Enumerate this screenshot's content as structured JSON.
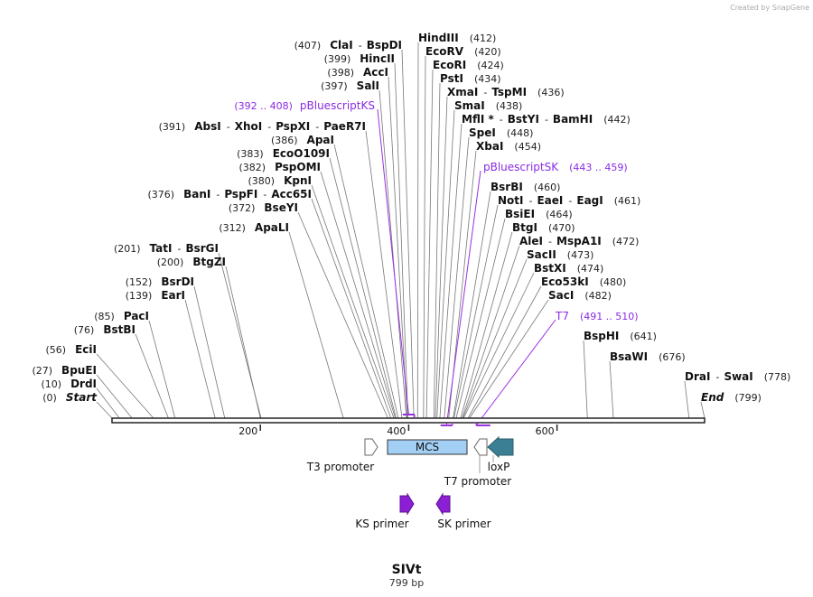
{
  "credit": "Created by SnapGene",
  "sequence": {
    "name": "SIVt",
    "length_label": "799 bp",
    "length": 799
  },
  "start_label": "Start",
  "end_label": "End",
  "axis_ticks": [
    200,
    400,
    600
  ],
  "sites": [
    {
      "pos": "(0)",
      "names": [
        "Start"
      ],
      "loc": 0
    },
    {
      "pos": "(10)",
      "names": [
        "DrdI"
      ],
      "loc": 10
    },
    {
      "pos": "(27)",
      "names": [
        "BpuEI"
      ],
      "loc": 27
    },
    {
      "pos": "(56)",
      "names": [
        "EciI"
      ],
      "loc": 56
    },
    {
      "pos": "(76)",
      "names": [
        "BstBI"
      ],
      "loc": 76
    },
    {
      "pos": "(85)",
      "names": [
        "PacI"
      ],
      "loc": 85
    },
    {
      "pos": "(139)",
      "names": [
        "EarI"
      ],
      "loc": 139
    },
    {
      "pos": "(152)",
      "names": [
        "BsrDI"
      ],
      "loc": 152
    },
    {
      "pos": "(200)",
      "names": [
        "BtgZI"
      ],
      "loc": 200
    },
    {
      "pos": "(201)",
      "names": [
        "TatI",
        "BsrGI"
      ],
      "loc": 201
    },
    {
      "pos": "(312)",
      "names": [
        "ApaLI"
      ],
      "loc": 312
    },
    {
      "pos": "(372)",
      "names": [
        "BseYI"
      ],
      "loc": 372
    },
    {
      "pos": "(376)",
      "names": [
        "BanI",
        "PspFI",
        "Acc65I"
      ],
      "loc": 376
    },
    {
      "pos": "(380)",
      "names": [
        "KpnI"
      ],
      "loc": 380
    },
    {
      "pos": "(382)",
      "names": [
        "PspOMI"
      ],
      "loc": 382
    },
    {
      "pos": "(383)",
      "names": [
        "EcoO109I"
      ],
      "loc": 383
    },
    {
      "pos": "(386)",
      "names": [
        "ApaI"
      ],
      "loc": 386
    },
    {
      "pos": "(391)",
      "names": [
        "AbsI",
        "XhoI",
        "PspXI",
        "PaeR7I"
      ],
      "loc": 391
    },
    {
      "pos": "(397)",
      "names": [
        "SalI"
      ],
      "loc": 397
    },
    {
      "pos": "(398)",
      "names": [
        "AccI"
      ],
      "loc": 398
    },
    {
      "pos": "(399)",
      "names": [
        "HincII"
      ],
      "loc": 399
    },
    {
      "pos": "(407)",
      "names": [
        "ClaI",
        "BspDI"
      ],
      "loc": 407
    },
    {
      "pos": "(412)",
      "names": [
        "HindIII"
      ],
      "loc": 412
    },
    {
      "pos": "(420)",
      "names": [
        "EcoRV"
      ],
      "loc": 420
    },
    {
      "pos": "(424)",
      "names": [
        "EcoRI"
      ],
      "loc": 424
    },
    {
      "pos": "(434)",
      "names": [
        "PstI"
      ],
      "loc": 434
    },
    {
      "pos": "(436)",
      "names": [
        "XmaI",
        "TspMI"
      ],
      "loc": 436
    },
    {
      "pos": "(438)",
      "names": [
        "SmaI"
      ],
      "loc": 438
    },
    {
      "pos": "(442)",
      "names": [
        "MflI *",
        "BstYI",
        "BamHI"
      ],
      "loc": 442
    },
    {
      "pos": "(448)",
      "names": [
        "SpeI"
      ],
      "loc": 448
    },
    {
      "pos": "(454)",
      "names": [
        "XbaI"
      ],
      "loc": 454
    },
    {
      "pos": "(460)",
      "names": [
        "BsrBI"
      ],
      "loc": 460
    },
    {
      "pos": "(461)",
      "names": [
        "NotI",
        "EaeI",
        "EagI"
      ],
      "loc": 461
    },
    {
      "pos": "(464)",
      "names": [
        "BsiEI"
      ],
      "loc": 464
    },
    {
      "pos": "(470)",
      "names": [
        "BtgI"
      ],
      "loc": 470
    },
    {
      "pos": "(472)",
      "names": [
        "AleI",
        "MspA1I"
      ],
      "loc": 472
    },
    {
      "pos": "(473)",
      "names": [
        "SacII"
      ],
      "loc": 473
    },
    {
      "pos": "(474)",
      "names": [
        "BstXI"
      ],
      "loc": 474
    },
    {
      "pos": "(480)",
      "names": [
        "Eco53kI"
      ],
      "loc": 480
    },
    {
      "pos": "(482)",
      "names": [
        "SacI"
      ],
      "loc": 482
    },
    {
      "pos": "(641)",
      "names": [
        "BspHI"
      ],
      "loc": 641
    },
    {
      "pos": "(676)",
      "names": [
        "BsaWI"
      ],
      "loc": 676
    },
    {
      "pos": "(778)",
      "names": [
        "DraI",
        "SwaI"
      ],
      "loc": 778
    },
    {
      "pos": "(799)",
      "names": [
        "End"
      ],
      "loc": 799
    }
  ],
  "primer_sites": [
    {
      "name": "pBluescriptKS",
      "range": "(392 .. 408)",
      "start": 392,
      "end": 408
    },
    {
      "name": "pBluescriptSK",
      "range": "(443 .. 459)",
      "start": 443,
      "end": 459
    },
    {
      "name": "T7",
      "range": "(491 .. 510)",
      "start": 491,
      "end": 510
    }
  ],
  "features": [
    {
      "name": "T3 promoter",
      "start": 343,
      "end": 361,
      "direction": "forward",
      "color": "#ffffff"
    },
    {
      "name": "MCS",
      "start": 365,
      "end": 465,
      "direction": "none",
      "color": "#a3cff5"
    },
    {
      "name": "T7 promoter",
      "start": 479,
      "end": 496,
      "direction": "reverse",
      "color": "#ffffff"
    },
    {
      "name": "loxP",
      "start": 500,
      "end": 534,
      "direction": "reverse",
      "color": "#3a7f93"
    }
  ],
  "primers": [
    {
      "name": "KS primer",
      "direction": "forward",
      "color": "#8b1fd6"
    },
    {
      "name": "SK primer",
      "direction": "reverse",
      "color": "#8b1fd6"
    }
  ]
}
